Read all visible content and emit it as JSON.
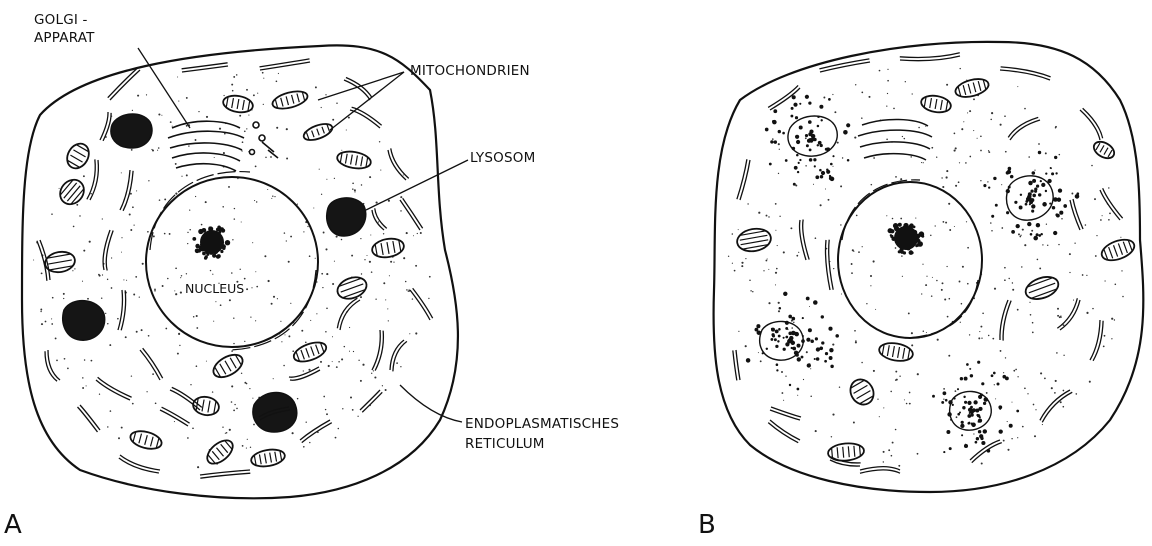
{
  "labels": {
    "golgi_line1": "GOLGI -",
    "golgi_line2": "APPARAT",
    "mitochondrien": "MITOCHONDRIEN",
    "lysosom": "LYSOSOM",
    "nucleus": "NUCLEUS",
    "er_line1": "ENDOPLASMATISCHES",
    "er_line2": "RETICULUM"
  },
  "panels": {
    "a": "A",
    "b": "B"
  }
}
